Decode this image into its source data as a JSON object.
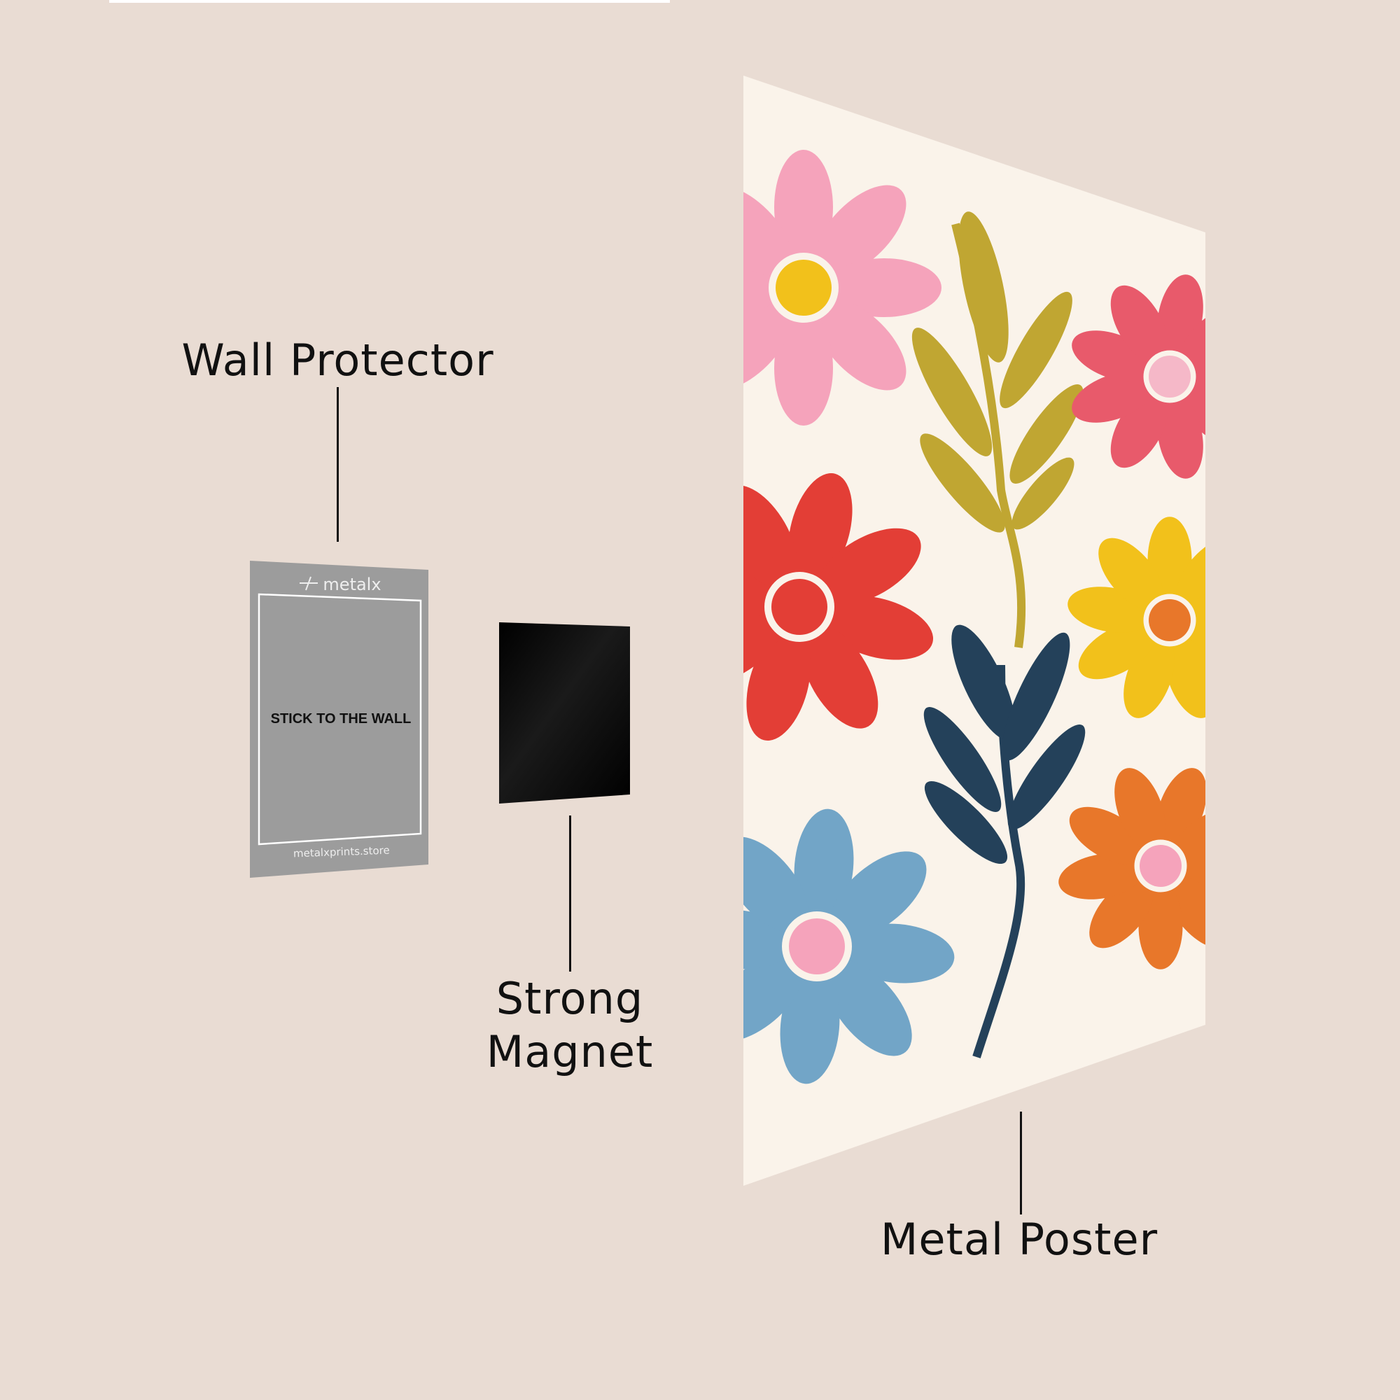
{
  "labels": {
    "wall_protector": "Wall Protector",
    "strong_magnet_line1": "Strong",
    "strong_magnet_line2": "Magnet",
    "metal_poster": "Metal Poster"
  },
  "protector": {
    "brand": "metalx",
    "center_text": "STICK TO THE WALL",
    "footer_text": "metalxprints.store"
  },
  "colors": {
    "background": "#E9DCD3",
    "protector": "#9C9C9C",
    "magnet": "#050505",
    "poster_bg": "#FAF3EA",
    "pink": "#F5A3BB",
    "red": "#E33E36",
    "blue": "#72A5C7",
    "coral": "#E85A6B",
    "yellow": "#F2C11B",
    "orange": "#E8772A",
    "olive": "#C0A632",
    "navy": "#24415A"
  }
}
